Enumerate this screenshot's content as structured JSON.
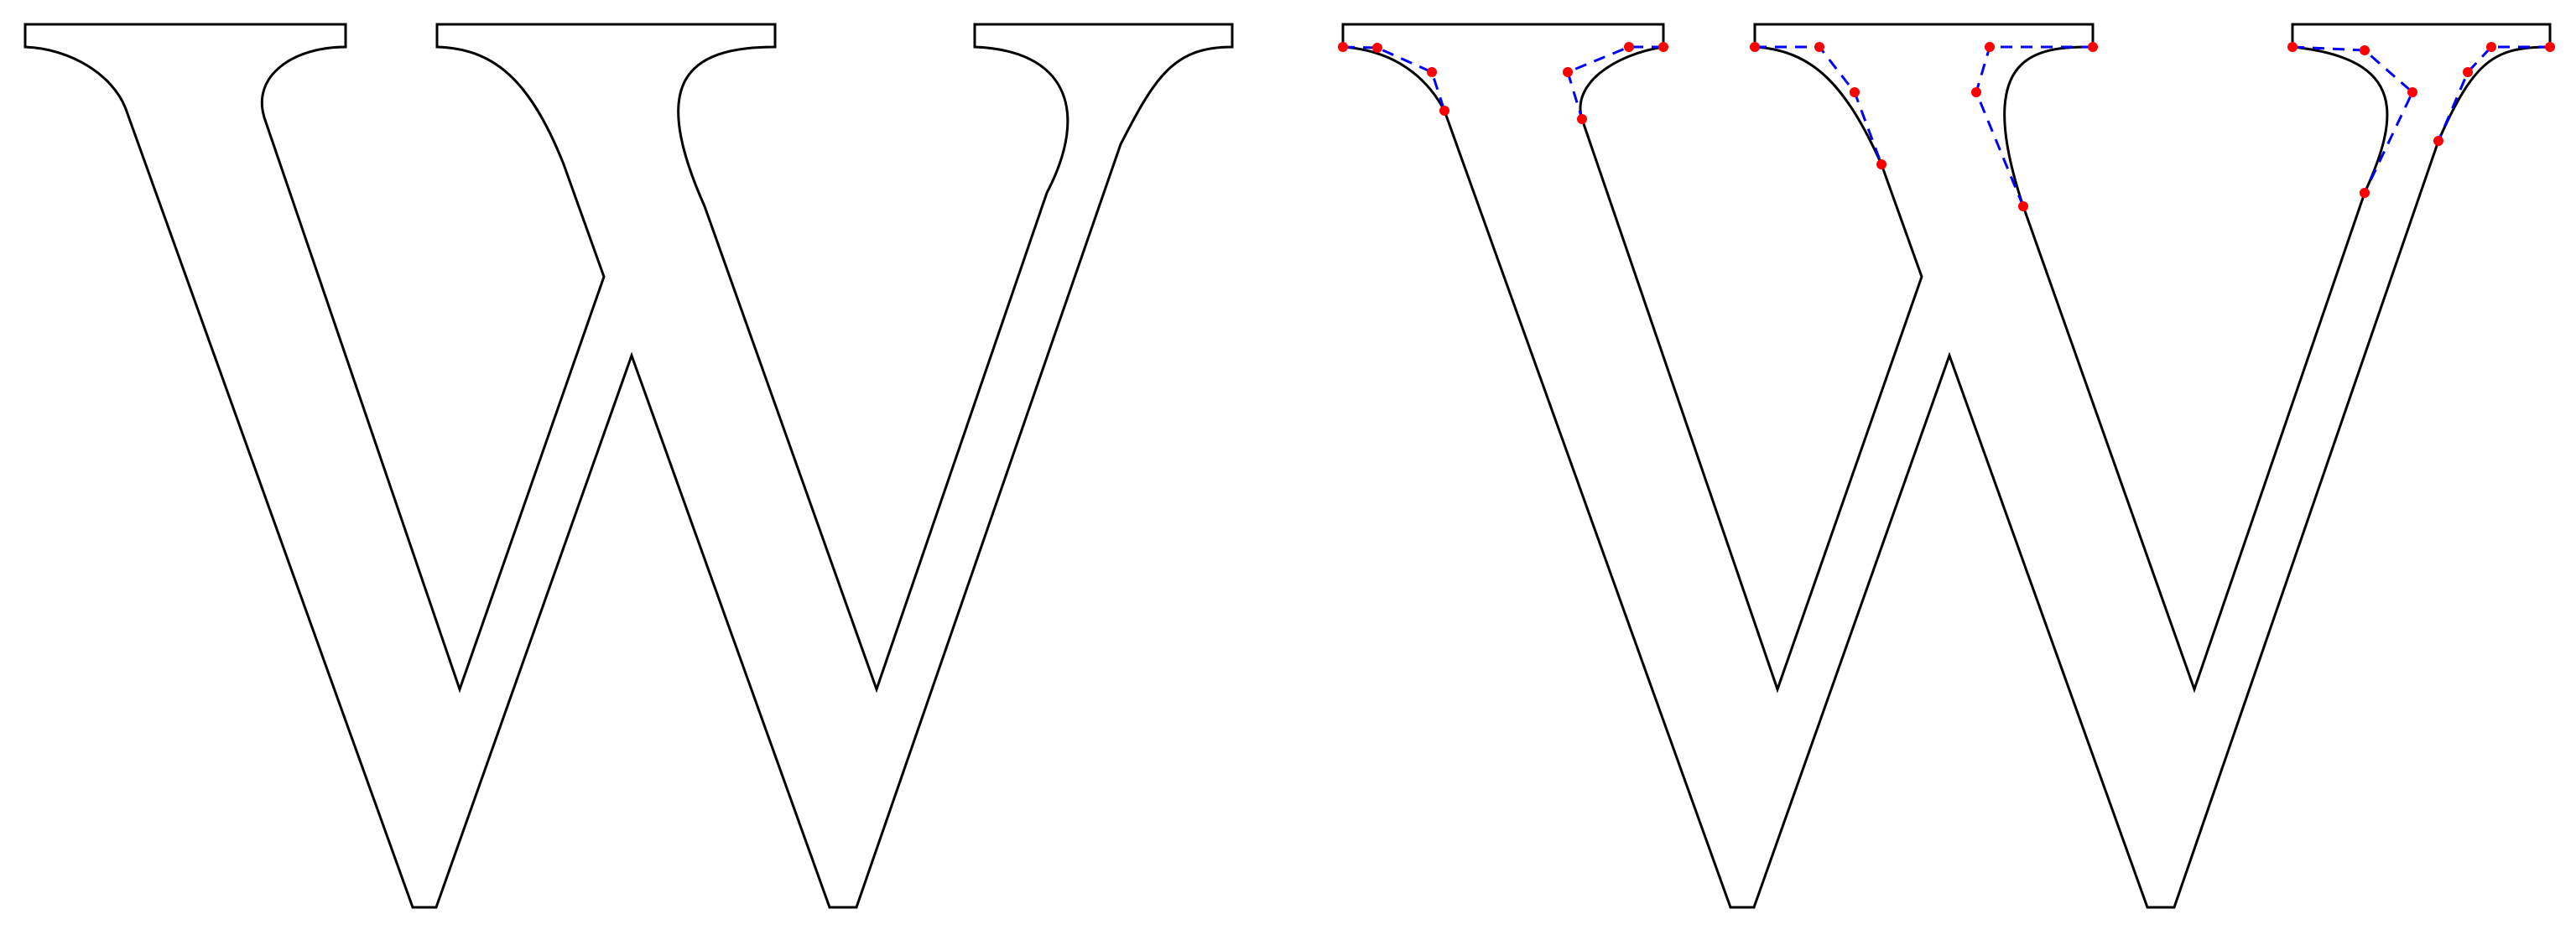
{
  "figure": {
    "glyph_count": 2,
    "glyph_style": "outline",
    "colors": {
      "background": "#ffffff",
      "outline": "#000000",
      "control_polygon": "#0000ff",
      "control_point": "#ff0000"
    },
    "glyphs": [
      {
        "name": "original-outline",
        "shows_control_points": false
      },
      {
        "name": "outline-with-bezier-controls",
        "shows_control_points": true,
        "control_polygon_style": "dashed"
      }
    ]
  }
}
